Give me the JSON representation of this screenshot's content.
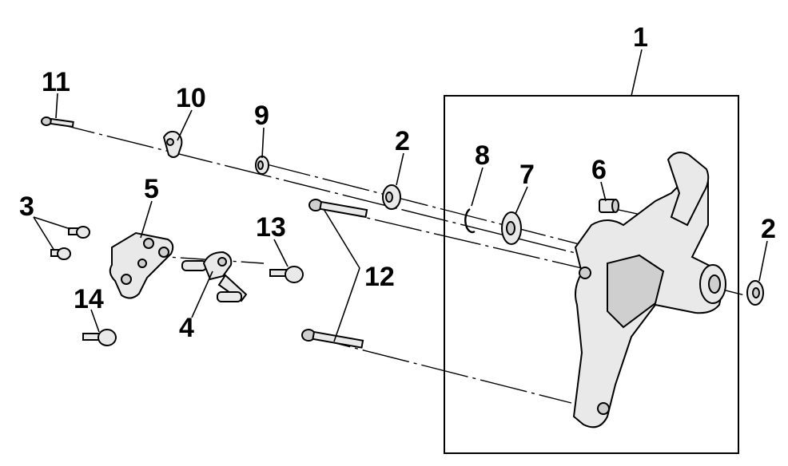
{
  "diagram": {
    "callouts": [
      {
        "id": "1",
        "text": "1"
      },
      {
        "id": "2a",
        "text": "2"
      },
      {
        "id": "2b",
        "text": "2"
      },
      {
        "id": "3",
        "text": "3"
      },
      {
        "id": "4",
        "text": "4"
      },
      {
        "id": "5",
        "text": "5"
      },
      {
        "id": "6",
        "text": "6"
      },
      {
        "id": "7",
        "text": "7"
      },
      {
        "id": "8",
        "text": "8"
      },
      {
        "id": "9",
        "text": "9"
      },
      {
        "id": "10",
        "text": "10"
      },
      {
        "id": "11",
        "text": "11"
      },
      {
        "id": "12",
        "text": "12"
      },
      {
        "id": "13",
        "text": "13"
      },
      {
        "id": "14",
        "text": "14"
      }
    ],
    "colors": {
      "background": "#ffffff",
      "line": "#000000",
      "part_fill": "#e9e9e9"
    }
  }
}
